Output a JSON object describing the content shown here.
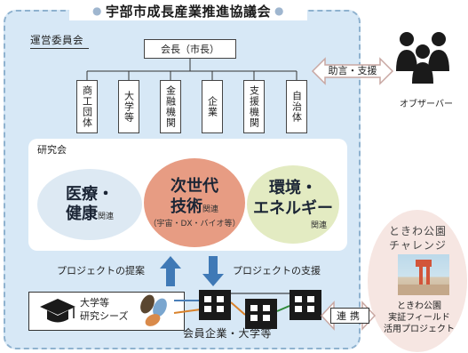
{
  "title": "宇部市成長産業推進協議会",
  "committee": {
    "label": "運営委員会",
    "chair": "会長（市長）",
    "members": [
      "商工団体",
      "大学等",
      "金融機関",
      "企業",
      "支援機関",
      "自治体"
    ]
  },
  "research": {
    "label": "研究会",
    "medical": {
      "line1": "医療・",
      "line2": "健康",
      "tag": "関連"
    },
    "tech": {
      "line1": "次世代",
      "line2": "技術",
      "tag": "関連",
      "sub": "（宇宙・DX・バイオ等）"
    },
    "env": {
      "line1": "環境・",
      "line2": "エネルギー",
      "tag": "関連"
    }
  },
  "arrows": {
    "proposal": "プロジェクトの提案",
    "support": "プロジェクトの支援"
  },
  "university": {
    "line1": "大学等",
    "line2": "研究シーズ"
  },
  "members_label": "会員企業・大学等",
  "collab": "連携",
  "advice": "助言・支援",
  "observer": "オブザーバー",
  "park": {
    "logo1": "ときわ公園",
    "logo2": "チャレンジ",
    "line1": "ときわ公園",
    "line2": "実証フィールド",
    "line3": "活用プロジェクト"
  },
  "colors": {
    "panel": "#d7e8f6",
    "medical": "#dde9f3",
    "tech": "#e79c83",
    "env": "#e3ebc2",
    "arrow_blue": "#3f79b6",
    "park": "#f6e6e2"
  },
  "icons": [
    "graduation-cap-icon",
    "seed-icon",
    "building-icon",
    "people-icon",
    "double-arrow-icon"
  ]
}
